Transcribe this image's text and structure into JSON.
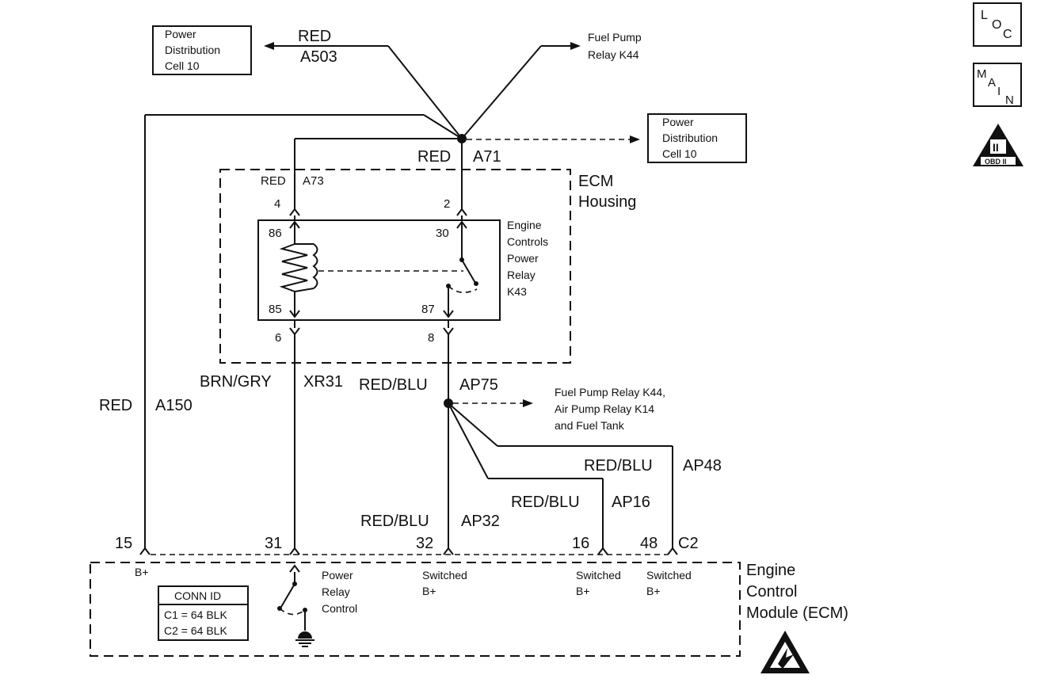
{
  "boxes": {
    "pd_top": [
      "Power",
      "Distribution",
      "Cell 10"
    ],
    "pd_right": [
      "Power",
      "Distribution",
      "Cell 10"
    ],
    "fuel_pump_relay_top": [
      "Fuel Pump",
      "Relay K44"
    ],
    "relay_name": [
      "Engine",
      "Controls",
      "Power",
      "Relay",
      "K43"
    ],
    "housing_label": [
      "ECM",
      "Housing"
    ],
    "ecm_label": [
      "Engine",
      "Control",
      "Module (ECM)"
    ],
    "downstream_note": [
      "Fuel Pump Relay K44,",
      "Air Pump Relay K14",
      "and Fuel Tank"
    ]
  },
  "wires": {
    "a503_color": "RED",
    "a503_circuit": "A503",
    "a71_color": "RED",
    "a71_circuit": "A71",
    "a73_color": "RED",
    "a73_circuit": "A73",
    "a150_color": "RED",
    "a150_circuit": "A150",
    "xr31_color": "BRN/GRY",
    "xr31_circuit": "XR31",
    "ap75_color": "RED/BLU",
    "ap75_circuit": "AP75",
    "ap48_color": "RED/BLU",
    "ap48_circuit": "AP48",
    "ap16_color": "RED/BLU",
    "ap16_circuit": "AP16",
    "ap32_color": "RED/BLU",
    "ap32_circuit": "AP32"
  },
  "pins": {
    "housing_4": "4",
    "housing_2": "2",
    "housing_6": "6",
    "housing_8": "8",
    "relay_86": "86",
    "relay_30": "30",
    "relay_85": "85",
    "relay_87": "87",
    "ecm_15": "15",
    "ecm_31": "31",
    "ecm_32": "32",
    "ecm_16": "16",
    "ecm_48": "48",
    "connector": "C2"
  },
  "ecm_terminals": {
    "b_plus": "B+",
    "power_relay_control": [
      "Power",
      "Relay",
      "Control"
    ],
    "switched_32": [
      "Switched",
      "B+"
    ],
    "switched_16": [
      "Switched",
      "B+"
    ],
    "switched_48": [
      "Switched",
      "B+"
    ]
  },
  "conn_id": {
    "title": "CONN ID",
    "rows": [
      "C1 = 64 BLK",
      "C2 = 64 BLK"
    ]
  },
  "icons": {
    "loc": [
      "L",
      "O",
      "C"
    ],
    "main": [
      "M",
      "A",
      "I",
      "N"
    ],
    "obd_numeral": "II",
    "obd_text": "OBD II"
  }
}
